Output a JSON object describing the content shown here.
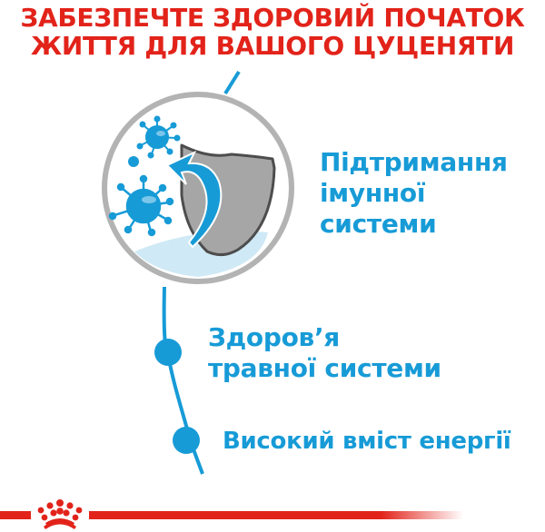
{
  "title": {
    "line1": "ЗАБЕЗПЕЧТЕ ЗДОРОВИЙ ПОЧАТОК",
    "line2": "ЖИТТЯ ДЛЯ ВАШОГО ЦУЦЕНЯТИ"
  },
  "benefits": [
    {
      "lines": [
        "Підтримання",
        "імунної",
        "системи"
      ],
      "icon": "shield-virus-icon"
    },
    {
      "lines": [
        "Здоров’я",
        "травної системи"
      ],
      "icon": "timeline-dot"
    },
    {
      "lines": [
        "Високий вміст енергії"
      ],
      "icon": "timeline-dot"
    }
  ],
  "colors": {
    "brand_red": "#e2231a",
    "accent_blue": "#179bd7",
    "ring_gray": "#b3b3b3",
    "shield_gray": "#a6a6a6"
  },
  "footer": {
    "logo": "royal-canin-crown-logo"
  }
}
